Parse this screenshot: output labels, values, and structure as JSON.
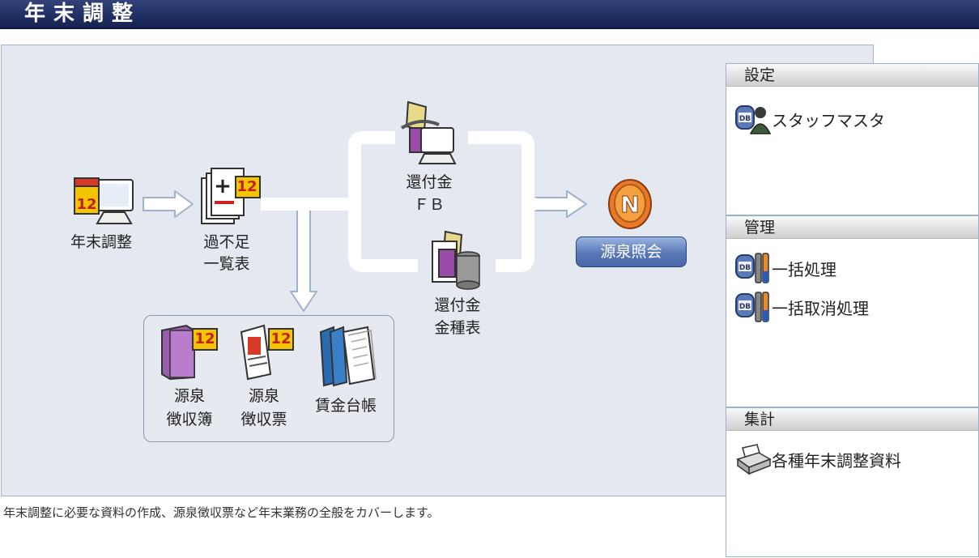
{
  "header": {
    "title": "年末調整"
  },
  "flow": {
    "nenmatsu_chosei": "年末調整",
    "kabusoku_line1": "過不足",
    "kabusoku_line2": "一覧表",
    "kanpukin_fb_line1": "還付金",
    "kanpukin_fb_line2": "ＦＢ",
    "kanpukin_kinshu_line1": "還付金",
    "kanpukin_kinshu_line2": "金種表",
    "gensen_shokai": "源泉照会",
    "gensen_bo_line1": "源泉",
    "gensen_bo_line2": "徴収簿",
    "gensen_hyo_line1": "源泉",
    "gensen_hyo_line2": "徴収票",
    "chingin_daicho": "賃金台帳",
    "badge_12": "12"
  },
  "sidebar": {
    "settings": {
      "title": "設定",
      "items": [
        {
          "label": "スタッフマスタ",
          "icon": "db-staff-icon"
        }
      ]
    },
    "management": {
      "title": "管理",
      "items": [
        {
          "label": "一括処理",
          "icon": "db-tools-icon"
        },
        {
          "label": "一括取消処理",
          "icon": "db-tools-icon"
        }
      ]
    },
    "aggregate": {
      "title": "集計",
      "items": [
        {
          "label": "各種年末調整資料",
          "icon": "printer-icon"
        }
      ]
    }
  },
  "footer": {
    "description": "年末調整に必要な資料の作成、源泉徴収票など年末業務の全般をカバーします。"
  },
  "colors": {
    "header_bg": "#1f2e63",
    "panel_bg": "#e4e8f0",
    "button_bg": "#5878b8",
    "badge_bg": "#f4c400"
  }
}
